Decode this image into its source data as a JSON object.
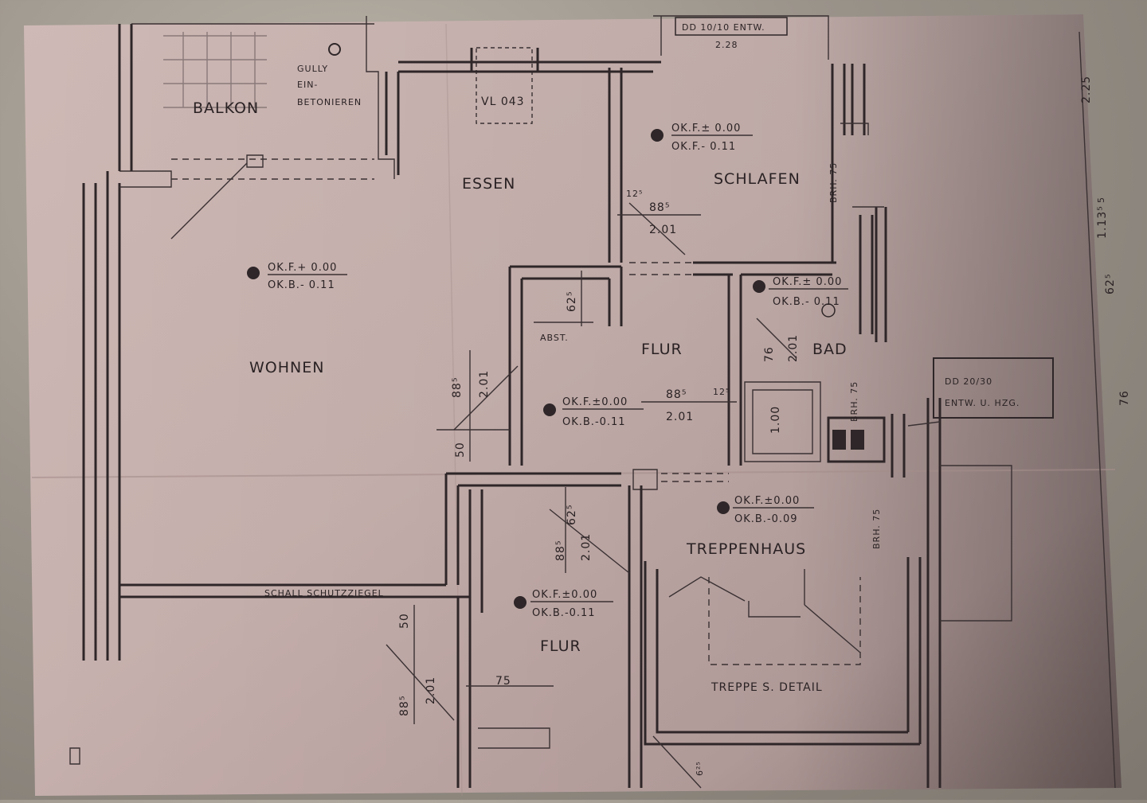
{
  "rooms": {
    "balkon": "BALKON",
    "essen": "ESSEN",
    "schlafen": "SCHLAFEN",
    "wohnen": "WOHNEN",
    "flur_upper": "FLUR",
    "bad": "BAD",
    "treppenhaus": "TREPPENHAUS",
    "flur_lower": "FLUR"
  },
  "notes": {
    "gully_1": "GULLY",
    "gully_2": "EIN-",
    "gully_3": "BETONIEREN",
    "vl": "VL 043",
    "dd_top_1": "DD 10/10 ENTW.",
    "dd_top_2": "2.28",
    "dd_side_1": "DD 20/30",
    "dd_side_2": "ENTW. U. HZG.",
    "abst": "ABST.",
    "schallschutz": "SCHALL SCHUTZZIEGEL",
    "treppe": "TREPPE S. DETAIL"
  },
  "levels": {
    "schlafen_1": "OK.F.± 0.00",
    "schlafen_2": "OK.F.- 0.11",
    "wohnen_1": "OK.F.+ 0.00",
    "wohnen_2": "OK.B.- 0.11",
    "bad_1": "OK.F.± 0.00",
    "bad_2": "OK.B.- 0.11",
    "flur_1": "OK.F.±0.00",
    "flur_2": "OK.B.-0.11",
    "treppen_1": "OK.F.±0.00",
    "treppen_2": "OK.B.-0.09",
    "flur_lower_1": "OK.F.±0.00",
    "flur_lower_2": "OK.B.-0.11"
  },
  "dims": {
    "d125_a": "12⁵",
    "d885_a": "88⁵",
    "d201_a": "2.01",
    "d625_a": "62⁵",
    "d885_b": "88⁵",
    "d201_b": "2.01",
    "d50_a": "50",
    "d885_c": "88⁵",
    "d125_b": "12⁵",
    "d201_c": "2.01",
    "d76_a": "76",
    "d201_d": "2.01",
    "d100": "1.00",
    "d625_b": "62⁵",
    "d885_d": "88⁵",
    "d201_e": "2.01",
    "d50_b": "50",
    "d885_e": "88⁵",
    "d201_f": "2.01",
    "d75": "75",
    "d625_c": "6²⁵",
    "brh_1": "BRH. 75",
    "brh_2": "BRH. 75",
    "brh_3": "BRH. 75",
    "edge_225": "2.25",
    "edge_1135": "1.13⁵",
    "edge_625": "62⁵",
    "edge_76": "76",
    "edge_5": "5"
  }
}
